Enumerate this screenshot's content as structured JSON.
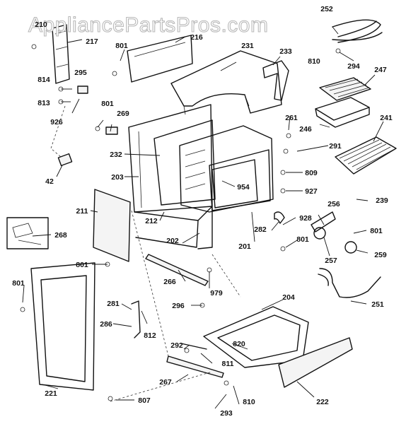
{
  "watermark": "AppliancePartsPros.com",
  "part_labels": [
    "210",
    "217",
    "216",
    "801",
    "231",
    "233",
    "252",
    "295",
    "814",
    "813",
    "926",
    "801",
    "269",
    "810",
    "294",
    "247",
    "42",
    "232",
    "203",
    "211",
    "268",
    "212",
    "202",
    "954",
    "201",
    "261",
    "246",
    "291",
    "241",
    "809",
    "927",
    "239",
    "928",
    "256",
    "282",
    "801",
    "801",
    "257",
    "259",
    "801",
    "266",
    "979",
    "296",
    "281",
    "812",
    "286",
    "204",
    "292",
    "820",
    "811",
    "267",
    "810",
    "293",
    "807",
    "221",
    "222",
    "251"
  ]
}
